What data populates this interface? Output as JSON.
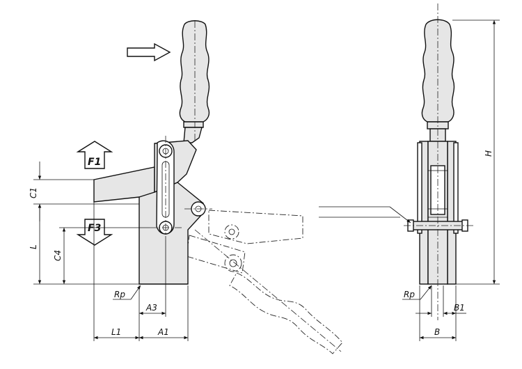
{
  "labels": {
    "force1": "F1",
    "force3": "F3",
    "radius_left": "Rp",
    "radius_right": "Rp",
    "dim_L": "L",
    "dim_C1": "C1",
    "dim_C4": "C4",
    "dim_L1": "L1",
    "dim_A1": "A1",
    "dim_A3": "A3",
    "dim_H": "H",
    "dim_B": "B",
    "dim_B1": "B1"
  }
}
